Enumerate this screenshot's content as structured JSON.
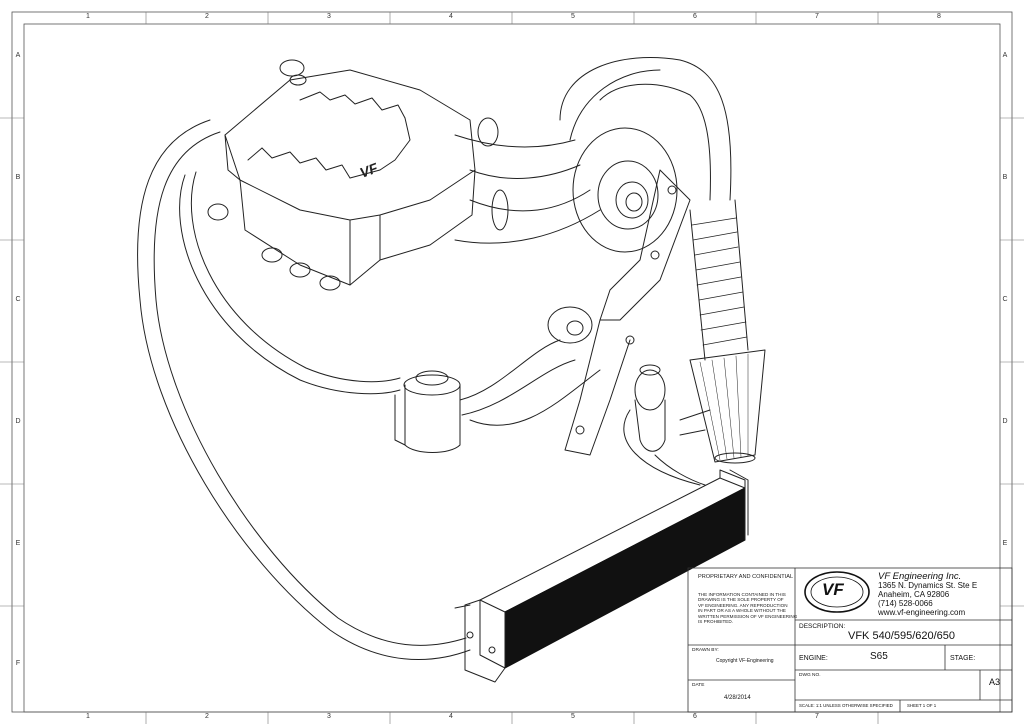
{
  "zones": {
    "columns": [
      "1",
      "2",
      "3",
      "4",
      "5",
      "6",
      "7",
      "8"
    ],
    "rows": [
      "A",
      "B",
      "C",
      "D",
      "E",
      "F"
    ]
  },
  "title_block": {
    "confidential_heading": "PROPRIETARY AND CONFIDENTIAL",
    "confidential_text": [
      "THE INFORMATION CONTAINED IN THIS",
      "DRAWING IS THE SOLE PROPERTY OF",
      "VF ENGINEERING.  ANY REPRODUCTION",
      "IN PART OR AS A WHOLE WITHOUT THE",
      "WRITTEN PERMISSION OF VF ENGINEERING",
      "IS PROHIBITED."
    ],
    "company_name": "VF Engineering Inc.",
    "address_line1": "1365 N. Dynamics St. Ste E",
    "address_line2": "Anaheim, CA 92806",
    "phone": "(714) 528-0066",
    "website": "www.vf-engineering.com",
    "logo_text": "VF",
    "description_label": "DESCRIPTION:",
    "description_value": "VFK 540/595/620/650",
    "drawn_by_label": "DRAWN BY:",
    "drawn_by_value": "Copyright VF-Engineering",
    "engine_label": "ENGINE:",
    "engine_value": "S65",
    "stage_label": "STAGE:",
    "dwg_no_label": "DWG NO.",
    "sheet_size": "A3",
    "date_label": "DATE",
    "date_value": "4/28/2014",
    "scale_text": "SCALE: 1:1   UNLESS OTHERWISE SPECIFIED",
    "sheet_text": "SHEET 1 OF 1"
  }
}
